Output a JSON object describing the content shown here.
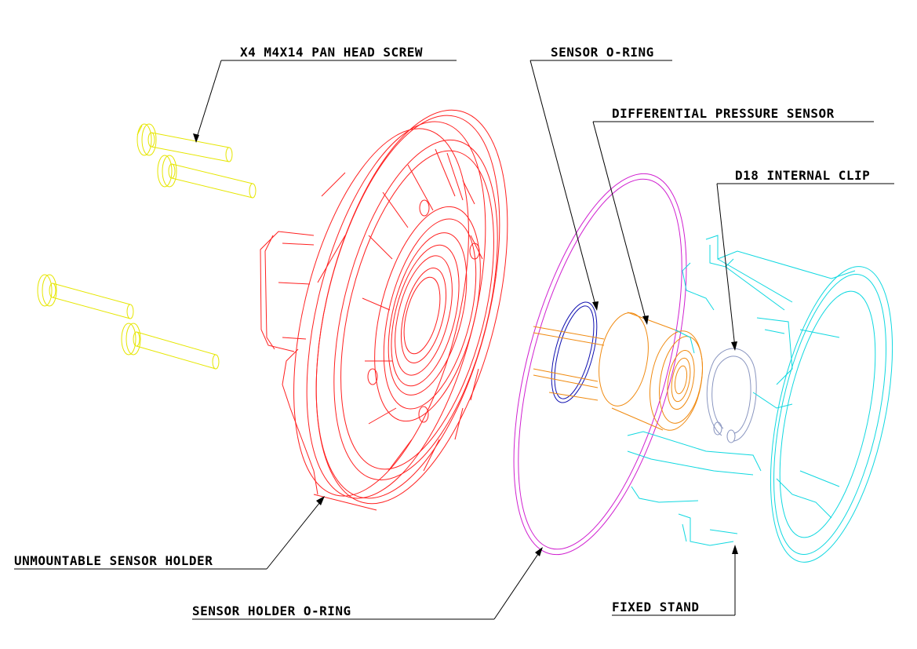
{
  "colors": {
    "screw": "#e6e600",
    "holder": "#ff2020",
    "holder_oring": "#d020d0",
    "sensor_oring": "#1010b0",
    "sensor": "#f08a10",
    "clip": "#8a96c0",
    "stand": "#10d8e0",
    "leader": "#000000"
  },
  "labels": {
    "screw": "X4 M4X14 PAN HEAD SCREW",
    "sensor_oring": "SENSOR O-RING",
    "pressure_sensor": "DIFFERENTIAL PRESSURE SENSOR",
    "internal_clip": "D18 INTERNAL CLIP",
    "sensor_holder": "UNMOUNTABLE SENSOR HOLDER",
    "holder_oring": "SENSOR HOLDER O-RING",
    "fixed_stand": "FIXED STAND"
  }
}
